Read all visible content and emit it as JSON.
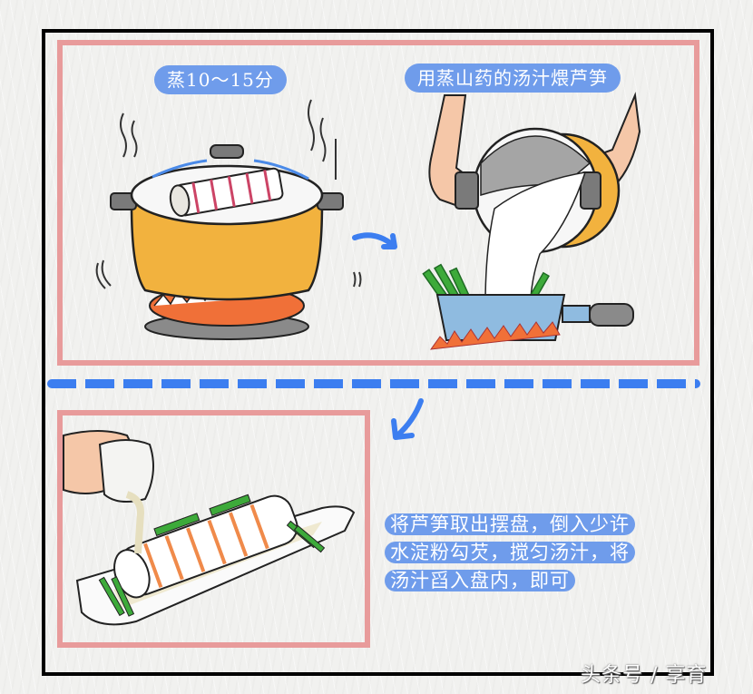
{
  "steps": {
    "step1": {
      "label": "蒸10～15分"
    },
    "step2": {
      "label": "用蒸山药的汤汁煨芦笋"
    },
    "step3": {
      "lines": [
        "将芦笋取出摆盘，倒入少许",
        "水淀粉勾芡，搅匀汤汁，将",
        "汤汁舀入盘内，即可"
      ]
    }
  },
  "watermark": "头条号 / 享育",
  "colors": {
    "pill": "#6f9ceb",
    "panel_border": "#e89b9b",
    "frame": "#000000",
    "dash": "#3c7ef0",
    "pot_yellow": "#f2b23e",
    "flame": "#f07038",
    "asparagus": "#3daa3a",
    "saucepan": "#8fbbe0"
  },
  "icons": [
    "steaming-pot-icon",
    "arrow-right-icon",
    "pouring-pot-icon",
    "arrow-down-left-icon",
    "plated-dish-icon"
  ]
}
